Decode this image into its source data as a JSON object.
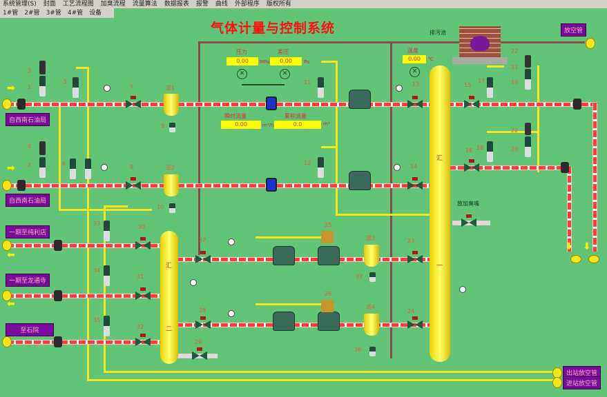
{
  "menu": [
    "系统管理(S)",
    "封面",
    "工艺流程图",
    "加臭流程",
    "流量算法",
    "数据报表",
    "报警",
    "曲线",
    "外部程序",
    "版权所有"
  ],
  "tabs": [
    "1#管",
    "2#管",
    "3#管",
    "4#管",
    "设备"
  ],
  "title": "气体计量与控制系统",
  "labels": {
    "in1": "自西南石油局",
    "in2": "自西南石油局",
    "out1": "一期至纯利店",
    "out2": "一期至龙通寺",
    "out3": "至石院",
    "vent": "放空管",
    "out_vent": "出站放空管",
    "in_vent": "进站放空管",
    "sewage": "排污池",
    "odor": "放加臭嘴"
  },
  "readouts": {
    "pressure": {
      "label": "压力",
      "value": "0.00",
      "unit": "MPa"
    },
    "diff": {
      "label": "差压",
      "value": "0.00",
      "unit": "Pa"
    },
    "inst_flow": {
      "label": "瞬时流量",
      "value": "0.00",
      "unit": "m³/h"
    },
    "cum_flow": {
      "label": "累积流量",
      "value": "0.0",
      "unit": "m³"
    },
    "temp": {
      "label": "温度",
      "value": "0.00",
      "unit": "℃"
    }
  },
  "filters": [
    "滤1",
    "滤2",
    "滤3",
    "滤4"
  ],
  "headers": {
    "h1a": "汇",
    "h1b": "一",
    "h2a": "汇",
    "h2b": "二"
  },
  "valves": {
    "v1": "1",
    "v2": "2",
    "v3": "3",
    "v4": "4",
    "v5": "5",
    "v6": "6",
    "v7": "7",
    "v8": "8",
    "v9": "9",
    "v10": "10",
    "v11": "11",
    "v12": "12",
    "v13": "13",
    "v14": "14",
    "v15": "15",
    "v16": "16",
    "v17": "17",
    "v18": "18",
    "v19": "19",
    "v20": "20",
    "v21": "21",
    "v22": "22",
    "v22b": "22",
    "v23": "23",
    "v24": "24",
    "v25": "25",
    "v26": "26",
    "v27": "27",
    "v28": "28",
    "v29": "29",
    "v30": "30",
    "v31": "31",
    "v32": "32",
    "v33": "33",
    "v34": "34",
    "v35": "35",
    "v36": "36",
    "v37": "37"
  },
  "colors": {
    "background": "#62c476",
    "pipe": "#ff3b3b",
    "signal": "#f4e61a",
    "label_bg": "#7a0a9a",
    "title": "#ff1010"
  }
}
